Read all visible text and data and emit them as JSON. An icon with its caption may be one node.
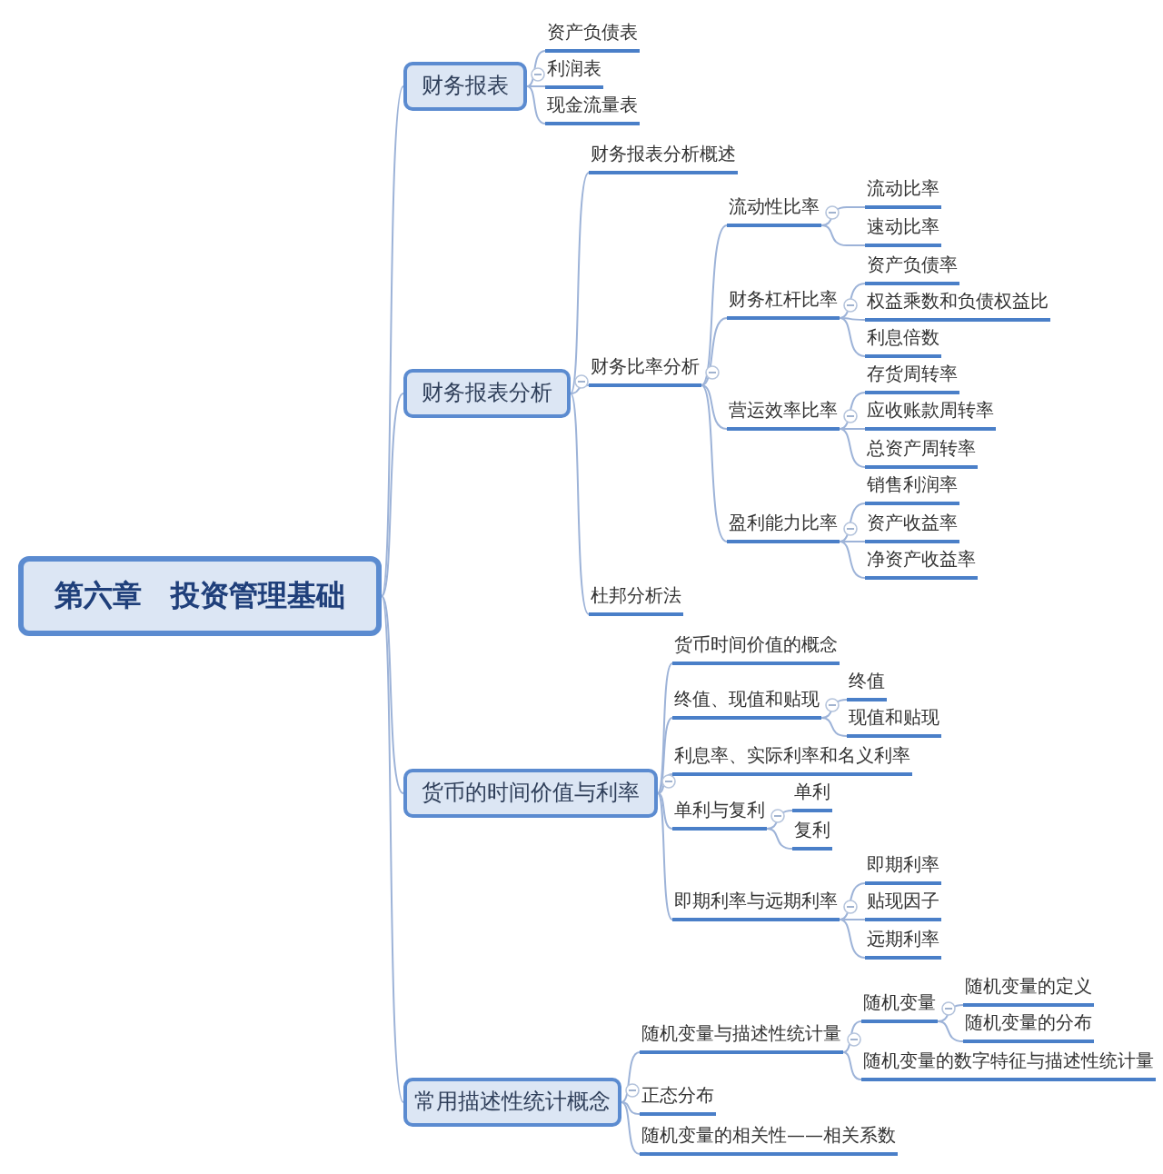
{
  "diagram": {
    "nodes": [
      {
        "text": [
          "第六章　投资管理基础"
        ]
      },
      {
        "text": [
          "财务报表"
        ]
      },
      {
        "text": [
          "资产负债表"
        ]
      },
      {
        "text": [
          "利润表"
        ]
      },
      {
        "text": [
          "现金流量表"
        ]
      },
      {
        "text": [
          "财务报表分析"
        ]
      },
      {
        "text": [
          "财务报表分析概述"
        ]
      },
      {
        "text": [
          "财务比率分析"
        ]
      },
      {
        "text": [
          "流动性比率"
        ]
      },
      {
        "text": [
          "流动比率"
        ]
      },
      {
        "text": [
          "速动比率"
        ]
      },
      {
        "text": [
          "财务杠杆比率"
        ]
      },
      {
        "text": [
          "资产负债率"
        ]
      },
      {
        "text": [
          "权益乘数和负债权益比"
        ]
      },
      {
        "text": [
          "利息倍数"
        ]
      },
      {
        "text": [
          "营运效率比率"
        ]
      },
      {
        "text": [
          "存货周转率"
        ]
      },
      {
        "text": [
          "应收账款周转率"
        ]
      },
      {
        "text": [
          "总资产周转率"
        ]
      },
      {
        "text": [
          "盈利能力比率"
        ]
      },
      {
        "text": [
          "销售利润率"
        ]
      },
      {
        "text": [
          "资产收益率"
        ]
      },
      {
        "text": [
          "净资产收益率"
        ]
      },
      {
        "text": [
          "杜邦分析法"
        ]
      },
      {
        "text": [
          "货币的时间价值与利率"
        ]
      },
      {
        "text": [
          "货币时间价值的概念"
        ]
      },
      {
        "text": [
          "终值、现值和贴现"
        ]
      },
      {
        "text": [
          "终值"
        ]
      },
      {
        "text": [
          "现值和贴现"
        ]
      },
      {
        "text": [
          "利息率、实际利率和名义利率"
        ]
      },
      {
        "text": [
          "单利与复利"
        ]
      },
      {
        "text": [
          "单利"
        ]
      },
      {
        "text": [
          "复利"
        ]
      },
      {
        "text": [
          "即期利率与远期利率"
        ]
      },
      {
        "text": [
          "即期利率"
        ]
      },
      {
        "text": [
          "贴现因子"
        ]
      },
      {
        "text": [
          "远期利率"
        ]
      },
      {
        "text": [
          "常用描述性统计概念"
        ]
      },
      {
        "text": [
          "随机变量与描述性统计量"
        ]
      },
      {
        "text": [
          "随机变量"
        ]
      },
      {
        "text": [
          "随机变量的定义"
        ]
      },
      {
        "text": [
          "随机变量的分布"
        ]
      },
      {
        "text": [
          "随机变量的数字特征与描述性统计量"
        ]
      },
      {
        "text": [
          "正态分布"
        ]
      },
      {
        "text": [
          "随机变量的相关性——相关系数"
        ]
      }
    ],
    "edges": [
      {
        "from": 0,
        "to": 1,
        "arrow": "none"
      },
      {
        "from": 1,
        "to": 2,
        "arrow": "none"
      },
      {
        "from": 1,
        "to": 3,
        "arrow": "none"
      },
      {
        "from": 1,
        "to": 4,
        "arrow": "none"
      },
      {
        "from": 0,
        "to": 5,
        "arrow": "none"
      },
      {
        "from": 5,
        "to": 6,
        "arrow": "none"
      },
      {
        "from": 5,
        "to": 7,
        "arrow": "none"
      },
      {
        "from": 7,
        "to": 8,
        "arrow": "none"
      },
      {
        "from": 8,
        "to": 9,
        "arrow": "none"
      },
      {
        "from": 8,
        "to": 10,
        "arrow": "none"
      },
      {
        "from": 7,
        "to": 11,
        "arrow": "none"
      },
      {
        "from": 11,
        "to": 12,
        "arrow": "none"
      },
      {
        "from": 11,
        "to": 13,
        "arrow": "none"
      },
      {
        "from": 11,
        "to": 14,
        "arrow": "none"
      },
      {
        "from": 7,
        "to": 15,
        "arrow": "none"
      },
      {
        "from": 15,
        "to": 16,
        "arrow": "none"
      },
      {
        "from": 15,
        "to": 17,
        "arrow": "none"
      },
      {
        "from": 15,
        "to": 18,
        "arrow": "none"
      },
      {
        "from": 7,
        "to": 19,
        "arrow": "none"
      },
      {
        "from": 19,
        "to": 20,
        "arrow": "none"
      },
      {
        "from": 19,
        "to": 21,
        "arrow": "none"
      },
      {
        "from": 19,
        "to": 22,
        "arrow": "none"
      },
      {
        "from": 5,
        "to": 23,
        "arrow": "none"
      },
      {
        "from": 0,
        "to": 24,
        "arrow": "none"
      },
      {
        "from": 24,
        "to": 25,
        "arrow": "none"
      },
      {
        "from": 24,
        "to": 26,
        "arrow": "none"
      },
      {
        "from": 26,
        "to": 27,
        "arrow": "none"
      },
      {
        "from": 26,
        "to": 28,
        "arrow": "none"
      },
      {
        "from": 24,
        "to": 29,
        "arrow": "none"
      },
      {
        "from": 24,
        "to": 30,
        "arrow": "none"
      },
      {
        "from": 30,
        "to": 31,
        "arrow": "none"
      },
      {
        "from": 30,
        "to": 32,
        "arrow": "none"
      },
      {
        "from": 24,
        "to": 33,
        "arrow": "none"
      },
      {
        "from": 33,
        "to": 34,
        "arrow": "none"
      },
      {
        "from": 33,
        "to": 35,
        "arrow": "none"
      },
      {
        "from": 33,
        "to": 36,
        "arrow": "none"
      },
      {
        "from": 0,
        "to": 37,
        "arrow": "none"
      },
      {
        "from": 37,
        "to": 38,
        "arrow": "none"
      },
      {
        "from": 38,
        "to": 39,
        "arrow": "none"
      },
      {
        "from": 39,
        "to": 40,
        "arrow": "none"
      },
      {
        "from": 39,
        "to": 41,
        "arrow": "none"
      },
      {
        "from": 38,
        "to": 42,
        "arrow": "none"
      },
      {
        "from": 37,
        "to": 43,
        "arrow": "none"
      },
      {
        "from": 37,
        "to": 44,
        "arrow": "none"
      }
    ]
  }
}
